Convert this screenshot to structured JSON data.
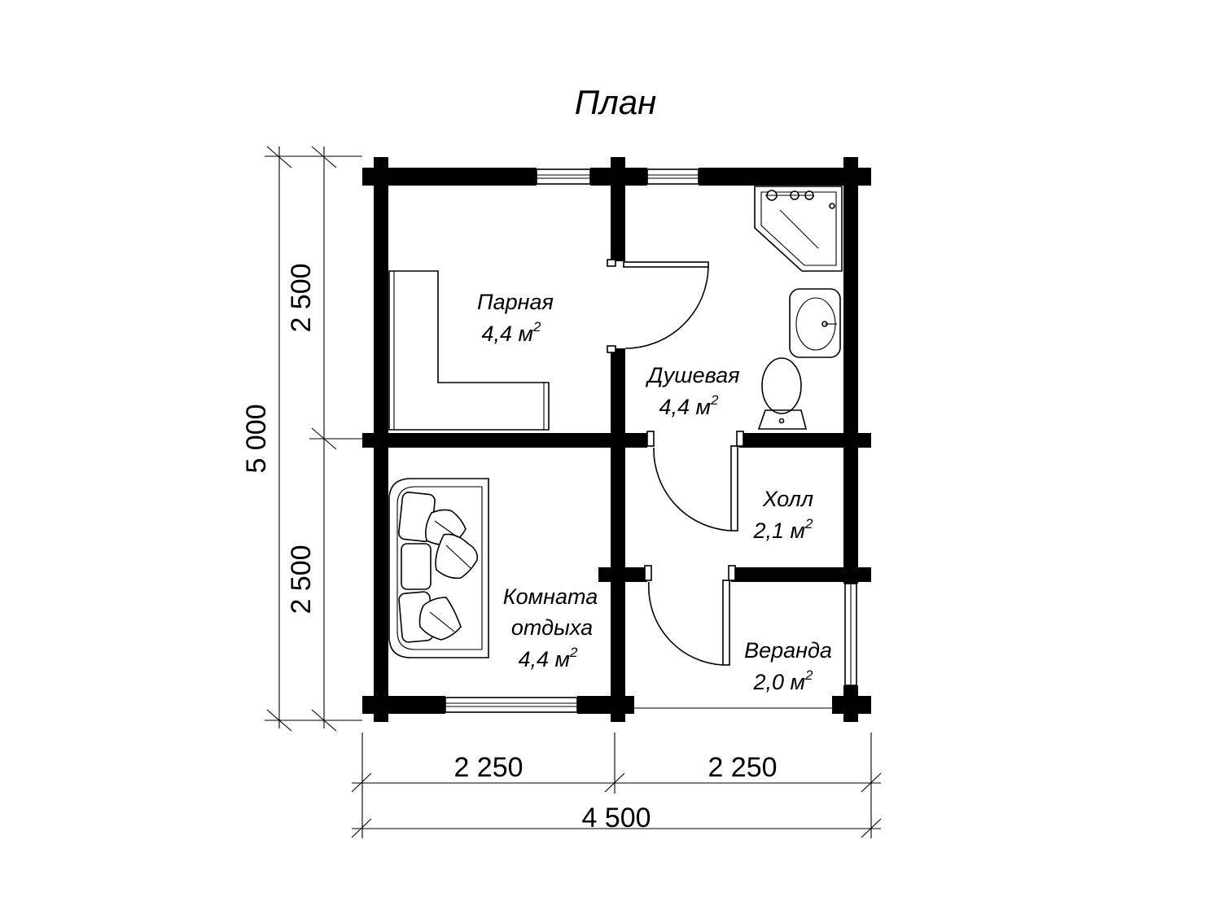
{
  "title": "План",
  "rooms": [
    {
      "id": "steam",
      "name": "Парная",
      "area": "4,4 м",
      "sup": "2"
    },
    {
      "id": "shower",
      "name": "Душевая",
      "area": "4,4 м",
      "sup": "2"
    },
    {
      "id": "hall",
      "name": "Холл",
      "area": "2,1 м",
      "sup": "2"
    },
    {
      "id": "rest",
      "name_line1": "Комната",
      "name_line2": "отдыха",
      "area": "4,4 м",
      "sup": "2"
    },
    {
      "id": "veranda",
      "name": "Веранда",
      "area": "2,0 м",
      "sup": "2"
    }
  ],
  "dimensions": {
    "left_upper": "2 500",
    "left_lower": "2 500",
    "left_total": "5 000",
    "bottom_left": "2 250",
    "bottom_right": "2 250",
    "bottom_total": "4 500"
  }
}
